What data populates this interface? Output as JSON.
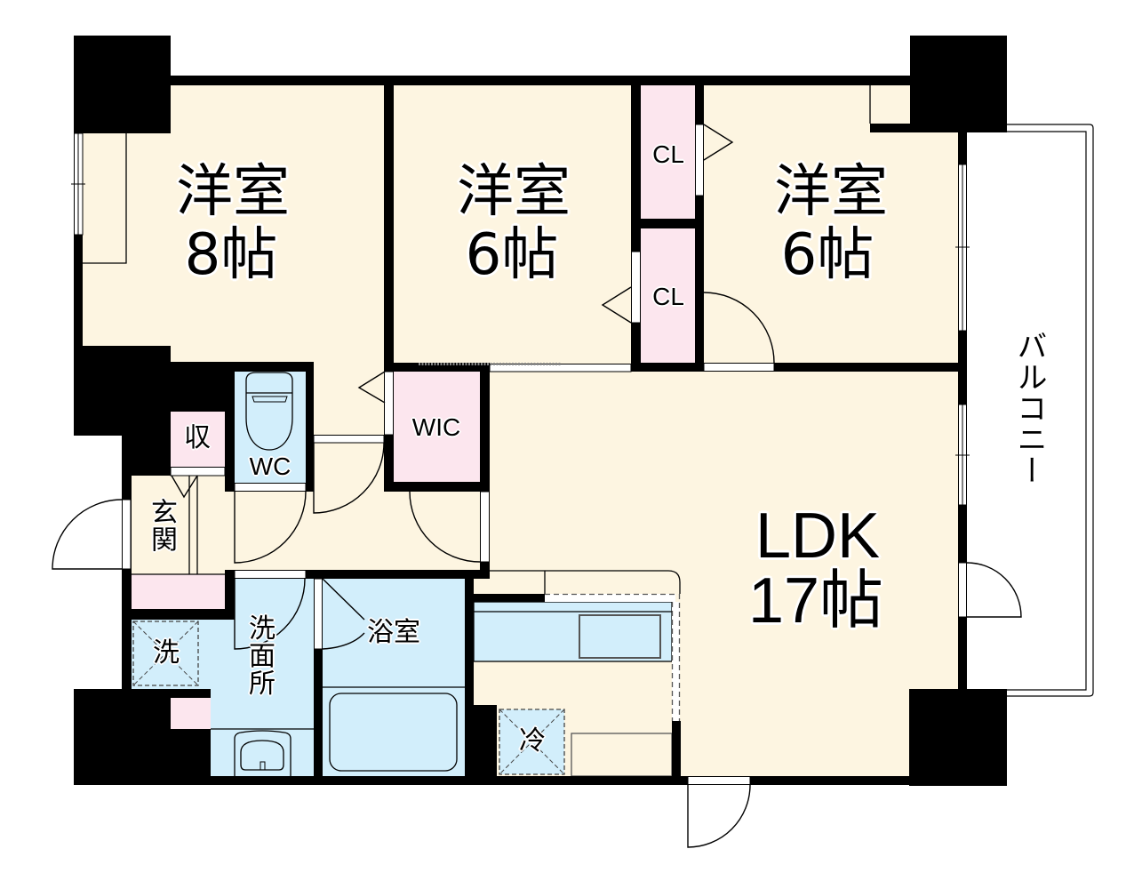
{
  "floor_plan": {
    "rooms": [
      {
        "key": "western-room-1",
        "name": "洋室",
        "size": "8帖"
      },
      {
        "key": "western-room-2",
        "name": "洋室",
        "size": "6帖"
      },
      {
        "key": "western-room-3",
        "name": "洋室",
        "size": "6帖"
      },
      {
        "key": "ldk",
        "name": "LDK",
        "size": "17帖"
      }
    ],
    "storage": {
      "closet_upper": "CL",
      "closet_lower": "CL",
      "walk_in_closet": "WIC",
      "storage_box": "収"
    },
    "wet_areas": {
      "toilet": "WC",
      "washroom": "洗面所",
      "bathroom": "浴室",
      "washing_machine": "洗",
      "refrigerator": "冷"
    },
    "entrance": "玄関",
    "balcony": "バルコニー"
  },
  "colors": {
    "room_floor": "#FDF5E1",
    "storage_floor": "#FCE6EE",
    "wet_floor": "#D2EEFB",
    "wall": "#000000",
    "background": "#FFFFFF"
  }
}
